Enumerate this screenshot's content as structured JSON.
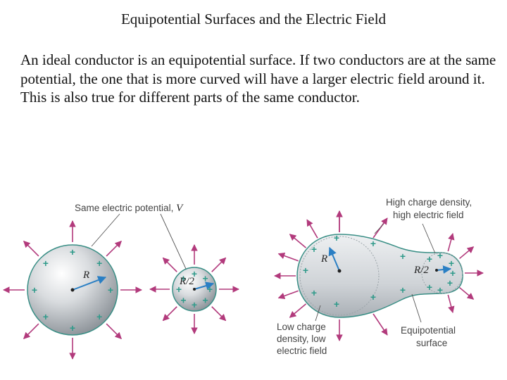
{
  "slide": {
    "title": "Equipotential Surfaces and the Electric Field",
    "body": "An ideal conductor is an equipotential surface. If two conductors are at the same potential, the one that is more curved will have a larger electric field around it. This is also true for different parts of the same conductor."
  },
  "figure": {
    "label_same_potential_prefix": "Same electric potential, ",
    "label_same_potential_symbol": "V",
    "radius_large": "R",
    "radius_small": "R/2",
    "label_high_line1": "High charge density,",
    "label_high_line2": "high electric field",
    "label_low_line1": "Low charge",
    "label_low_line2": "density, low",
    "label_low_line3": "electric field",
    "label_equip_line1": "Equipotential",
    "label_equip_line2": "surface",
    "plus_sign": "+",
    "colors": {
      "field_arrow": "#b23a7c",
      "charge": "#2f9a8a",
      "radius_arrow": "#2a7fc4",
      "sphere_edge": "#3a8f86",
      "leader": "#555555"
    },
    "icons": [
      "field-arrow-icon",
      "radius-arrow-icon",
      "plus-charge-icon"
    ]
  }
}
